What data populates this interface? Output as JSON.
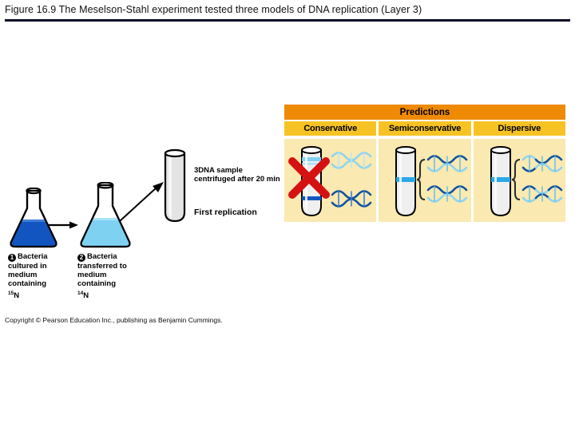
{
  "slide": {
    "title": "Figure 16.9  The Meselson-Stahl experiment tested three models of DNA replication (Layer 3)",
    "copyright": "Copyright © Pearson Education  Inc., publishing as Benjamin Cummings."
  },
  "experiment": {
    "steps": [
      {
        "number": "1",
        "lead": "Bacteria",
        "body": "cultured in medium containing",
        "isotope_mass": "15",
        "isotope_symbol": "N",
        "flask_color": "#1255c0",
        "flask_label": "flask-15n"
      },
      {
        "number": "2",
        "lead": "Bacteria",
        "body": "transferred to medium containing",
        "isotope_mass": "14",
        "isotope_symbol": "N",
        "flask_color": "#7fd1f2",
        "flask_label": "flask-14n"
      },
      {
        "number": "3",
        "lead": "DNA sample",
        "body": "centrifuged after 20 min",
        "isotope_mass": "",
        "isotope_symbol": "",
        "flask_color": "#e2e2e2",
        "flask_label": "tube-sample"
      }
    ],
    "first_replication_label": "First replication"
  },
  "predictions": {
    "header": "Predictions",
    "columns": [
      {
        "label": "Conservative",
        "rejected": true,
        "tube_bands": [
          {
            "position": "upper",
            "color": "#7fd1f2",
            "name": "light-band"
          },
          {
            "position": "lower",
            "color": "#1255c0",
            "name": "dark-band"
          }
        ],
        "helices": [
          {
            "strand_a": "#7fd1f2",
            "strand_b": "#7fd1f2",
            "pattern": "solid"
          },
          {
            "strand_a": "#1255c0",
            "strand_b": "#1255c0",
            "pattern": "solid"
          }
        ],
        "brace": false
      },
      {
        "label": "Semiconservative",
        "rejected": false,
        "tube_bands": [
          {
            "position": "middle",
            "color": "#2aa8e8",
            "name": "hybrid-band"
          }
        ],
        "helices": [
          {
            "strand_a": "#12539e",
            "strand_b": "#8fd4ef",
            "pattern": "solid"
          },
          {
            "strand_a": "#12539e",
            "strand_b": "#8fd4ef",
            "pattern": "solid"
          }
        ],
        "brace": true
      },
      {
        "label": "Dispersive",
        "rejected": false,
        "tube_bands": [
          {
            "position": "middle",
            "color": "#2aa8e8",
            "name": "hybrid-band"
          }
        ],
        "helices": [
          {
            "strand_a": "#12539e",
            "strand_b": "#8fd4ef",
            "pattern": "mixed"
          },
          {
            "strand_a": "#12539e",
            "strand_b": "#8fd4ef",
            "pattern": "mixed"
          }
        ],
        "brace": true
      }
    ],
    "reject_mark": "red-x"
  },
  "colors": {
    "header_bar": "#ee8a03",
    "label_bar": "#f7c324",
    "panel_bg": "#fae9b0",
    "heavy_dna": "#1255c0",
    "light_dna": "#7fd1f2",
    "reject_red": "#d51212",
    "rule": "#0b0b2a"
  }
}
